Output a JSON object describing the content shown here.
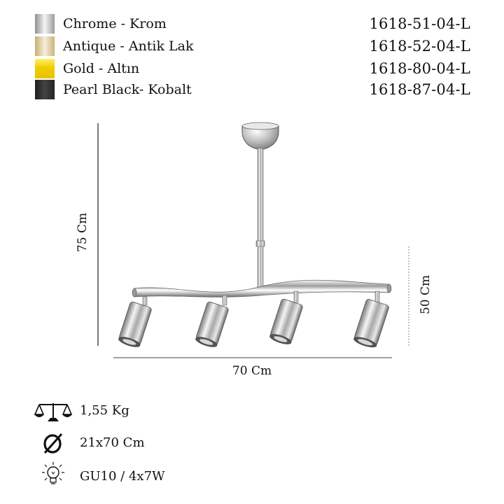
{
  "variants": [
    {
      "label": "Chrome - Krom",
      "code": "1618-51-04-L",
      "color": "#bcbcbc",
      "color2": "#f2f2f2"
    },
    {
      "label": "Antique - Antik Lak",
      "code": "1618-52-04-L",
      "color": "#d8c28c",
      "color2": "#f3ead0"
    },
    {
      "label": "Gold - Altın",
      "code": "1618-80-04-L",
      "color": "#f2d000",
      "color2": "#fff270"
    },
    {
      "label": "Pearl Black- Kobalt",
      "code": "1618-87-04-L",
      "color": "#2b2b2b",
      "color2": "#4a4a4a"
    }
  ],
  "dimensions": {
    "height_total": "75 Cm",
    "height_body": "50 Cm",
    "width": "70 Cm"
  },
  "specs": {
    "weight": "1,55 Kg",
    "size": "21x70 Cm",
    "bulb": "GU10 / 4x7W"
  },
  "icons": {
    "weight": "scale-icon",
    "size": "diameter-icon",
    "bulb": "lightbulb-icon"
  }
}
